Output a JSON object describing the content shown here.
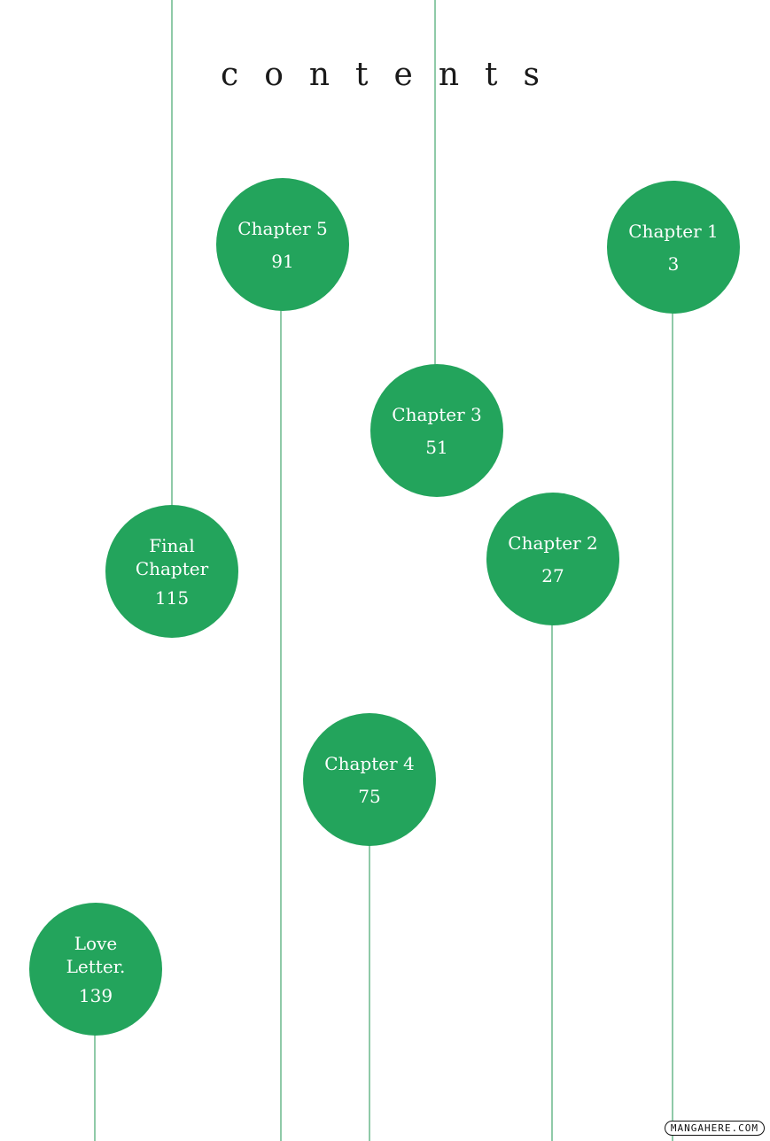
{
  "title": "contents",
  "chapters": [
    {
      "label": "Chapter 5",
      "page": "91"
    },
    {
      "label": "Chapter 1",
      "page": "3"
    },
    {
      "label": "Chapter 3",
      "page": "51"
    },
    {
      "label": "Final\nChapter",
      "page": "115"
    },
    {
      "label": "Chapter 2",
      "page": "27"
    },
    {
      "label": "Chapter 4",
      "page": "75"
    },
    {
      "label": "Love\nLetter.",
      "page": "139"
    }
  ],
  "watermark": "MANGAHERE.COM",
  "colors": {
    "circle": "#23a45c",
    "line": "#8fcaa8",
    "text": "#1a1a1a"
  }
}
